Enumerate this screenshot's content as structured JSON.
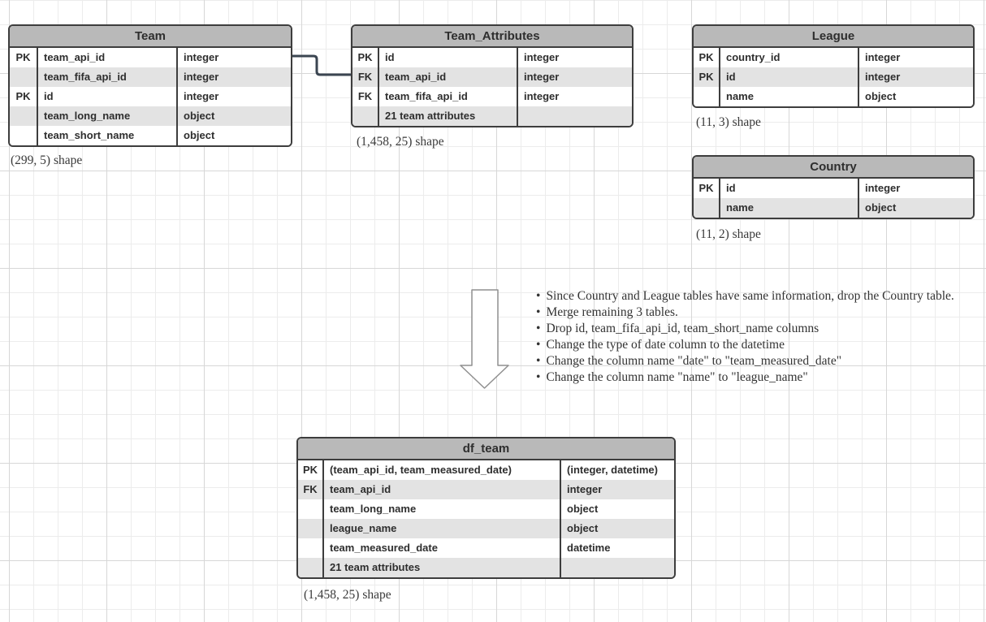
{
  "colors": {
    "table_border": "#3d3d3d",
    "table_header_bg": "#b9b9b9",
    "row_alt_bg": "#e3e3e3",
    "connector_line": "#3b4551",
    "arrow_outline": "#8f8f8f",
    "grid_minor": "#ececec",
    "grid_major": "#d7d7d7"
  },
  "tables": [
    {
      "id": "team",
      "title": "Team",
      "caption": "(299, 5) shape",
      "rows": [
        {
          "key": "PK",
          "name": "team_api_id",
          "type": "integer"
        },
        {
          "key": "",
          "name": "team_fifa_api_id",
          "type": "integer"
        },
        {
          "key": "PK",
          "name": "id",
          "type": "integer"
        },
        {
          "key": "",
          "name": "team_long_name",
          "type": "object"
        },
        {
          "key": "",
          "name": "team_short_name",
          "type": "object"
        }
      ]
    },
    {
      "id": "team_attributes",
      "title": "Team_Attributes",
      "caption": "(1,458, 25) shape",
      "rows": [
        {
          "key": "PK",
          "name": "id",
          "type": "integer"
        },
        {
          "key": "FK",
          "name": "team_api_id",
          "type": "integer"
        },
        {
          "key": "FK",
          "name": "team_fifa_api_id",
          "type": "integer"
        },
        {
          "key": "",
          "name": "21 team attributes",
          "type": ""
        }
      ]
    },
    {
      "id": "league",
      "title": "League",
      "caption": "(11, 3) shape",
      "rows": [
        {
          "key": "PK",
          "name": "country_id",
          "type": "integer"
        },
        {
          "key": "PK",
          "name": "id",
          "type": "integer"
        },
        {
          "key": "",
          "name": "name",
          "type": "object"
        }
      ]
    },
    {
      "id": "country",
      "title": "Country",
      "caption": "(11, 2) shape",
      "rows": [
        {
          "key": "PK",
          "name": "id",
          "type": "integer"
        },
        {
          "key": "",
          "name": "name",
          "type": "object"
        }
      ]
    },
    {
      "id": "df_team",
      "title": "df_team",
      "caption": "(1,458, 25) shape",
      "rows": [
        {
          "key": "PK",
          "name": "(team_api_id, team_measured_date)",
          "type": "(integer, datetime)"
        },
        {
          "key": "FK",
          "name": "team_api_id",
          "type": "integer"
        },
        {
          "key": "",
          "name": "team_long_name",
          "type": "object"
        },
        {
          "key": "",
          "name": "league_name",
          "type": "object"
        },
        {
          "key": "",
          "name": "team_measured_date",
          "type": "datetime"
        },
        {
          "key": "",
          "name": "21 team attributes",
          "type": ""
        }
      ]
    }
  ],
  "transformation_notes": [
    "Since Country and League tables have same information, drop the Country table.",
    "Merge remaining 3 tables.",
    "Drop id, team_fifa_api_id, team_short_name columns",
    "Change the type of date column to the datetime",
    "Change the column name \"date\" to \"team_measured_date\"",
    "Change the column name \"name\" to \"league_name\""
  ]
}
